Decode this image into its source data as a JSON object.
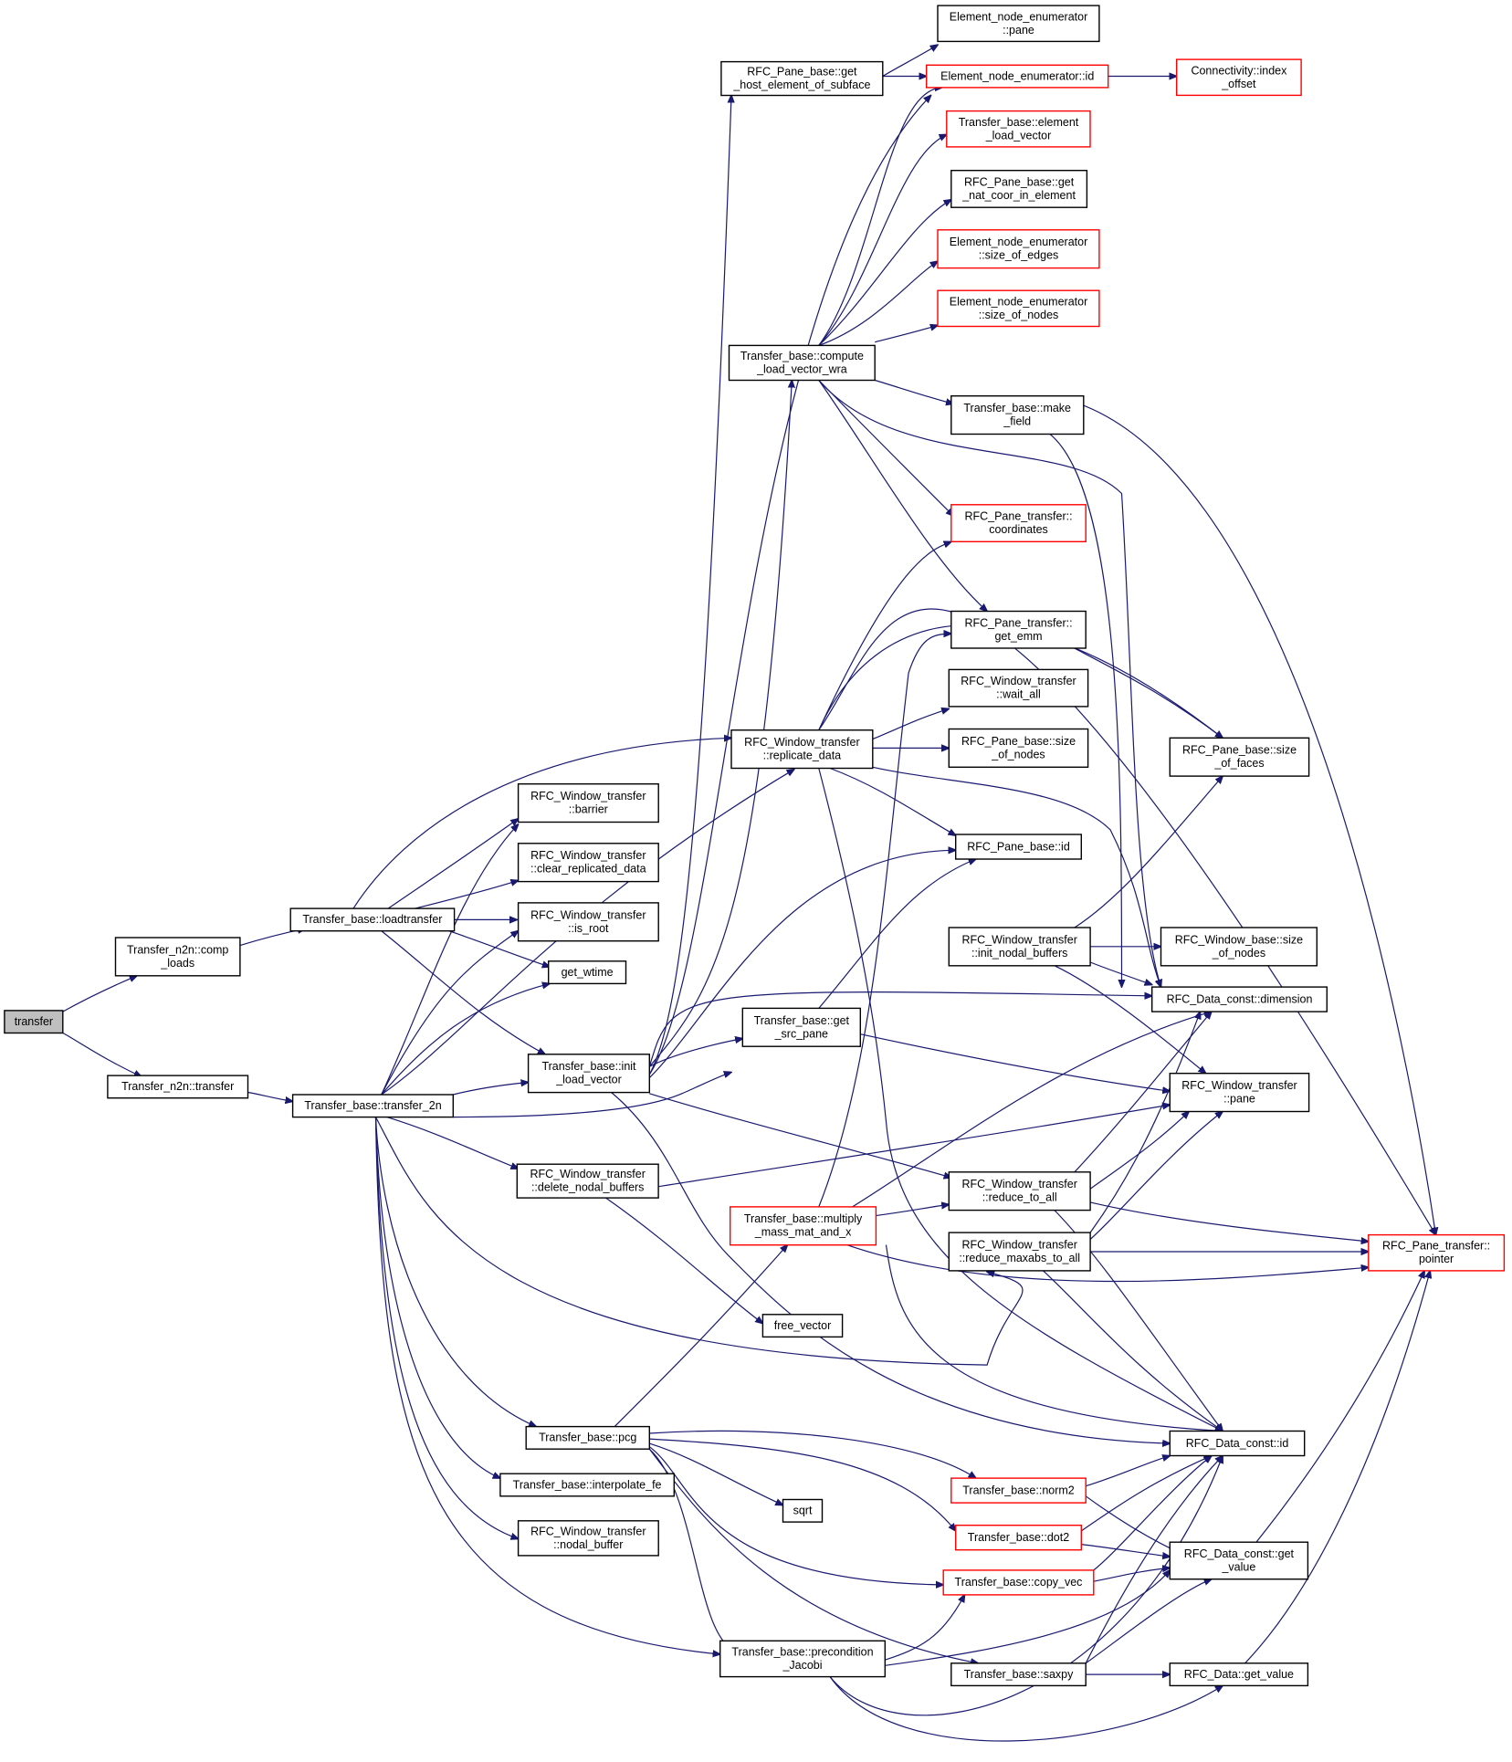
{
  "colors": {
    "edge": "#191970",
    "border_normal": "#000000",
    "border_truncated": "#ff0000",
    "fill_normal": "#ffffff",
    "fill_root": "#bfbfbf"
  },
  "nodes": [
    {
      "id": "transfer_root",
      "lines": [
        "transfer"
      ],
      "kind": "root"
    },
    {
      "id": "n2n_comp_loads",
      "lines": [
        "Transfer_n2n::comp",
        "_loads"
      ],
      "kind": "normal"
    },
    {
      "id": "n2n_transfer",
      "lines": [
        "Transfer_n2n::transfer"
      ],
      "kind": "normal"
    },
    {
      "id": "loadtransfer",
      "lines": [
        "Transfer_base::loadtransfer"
      ],
      "kind": "normal"
    },
    {
      "id": "transfer_2n",
      "lines": [
        "Transfer_base::transfer_2n"
      ],
      "kind": "normal"
    },
    {
      "id": "barrier",
      "lines": [
        "RFC_Window_transfer",
        "::barrier"
      ],
      "kind": "normal"
    },
    {
      "id": "clear_replicated",
      "lines": [
        "RFC_Window_transfer",
        "::clear_replicated_data"
      ],
      "kind": "normal"
    },
    {
      "id": "is_root",
      "lines": [
        "RFC_Window_transfer",
        "::is_root"
      ],
      "kind": "normal"
    },
    {
      "id": "get_wtime",
      "lines": [
        "get_wtime"
      ],
      "kind": "normal"
    },
    {
      "id": "init_load_vector",
      "lines": [
        "Transfer_base::init",
        "_load_vector"
      ],
      "kind": "normal"
    },
    {
      "id": "delete_nodal_buffers",
      "lines": [
        "RFC_Window_transfer",
        "::delete_nodal_buffers"
      ],
      "kind": "normal"
    },
    {
      "id": "pcg",
      "lines": [
        "Transfer_base::pcg"
      ],
      "kind": "normal"
    },
    {
      "id": "interpolate_fe",
      "lines": [
        "Transfer_base::interpolate_fe"
      ],
      "kind": "normal"
    },
    {
      "id": "nodal_buffer",
      "lines": [
        "RFC_Window_transfer",
        "::nodal_buffer"
      ],
      "kind": "normal"
    },
    {
      "id": "host_element",
      "lines": [
        "RFC_Pane_base::get",
        "_host_element_of_subface"
      ],
      "kind": "normal"
    },
    {
      "id": "compute_load",
      "lines": [
        "Transfer_base::compute",
        "_load_vector_wra"
      ],
      "kind": "normal"
    },
    {
      "id": "replicate_data",
      "lines": [
        "RFC_Window_transfer",
        "::replicate_data"
      ],
      "kind": "normal"
    },
    {
      "id": "get_src_pane",
      "lines": [
        "Transfer_base::get",
        "_src_pane"
      ],
      "kind": "normal"
    },
    {
      "id": "multiply_mass",
      "lines": [
        "Transfer_base::multiply",
        "_mass_mat_and_x"
      ],
      "kind": "truncated"
    },
    {
      "id": "free_vector",
      "lines": [
        "free_vector"
      ],
      "kind": "normal"
    },
    {
      "id": "sqrt",
      "lines": [
        "sqrt"
      ],
      "kind": "normal"
    },
    {
      "id": "precondition",
      "lines": [
        "Transfer_base::precondition",
        "_Jacobi"
      ],
      "kind": "normal"
    },
    {
      "id": "enum_pane",
      "lines": [
        "Element_node_enumerator",
        "::pane"
      ],
      "kind": "normal"
    },
    {
      "id": "enum_id",
      "lines": [
        "Element_node_enumerator::id"
      ],
      "kind": "truncated"
    },
    {
      "id": "element_load_vector",
      "lines": [
        "Transfer_base::element",
        "_load_vector"
      ],
      "kind": "truncated"
    },
    {
      "id": "nat_coor",
      "lines": [
        "RFC_Pane_base::get",
        "_nat_coor_in_element"
      ],
      "kind": "normal"
    },
    {
      "id": "size_of_edges",
      "lines": [
        "Element_node_enumerator",
        "::size_of_edges"
      ],
      "kind": "truncated"
    },
    {
      "id": "enum_size_of_nodes",
      "lines": [
        "Element_node_enumerator",
        "::size_of_nodes"
      ],
      "kind": "truncated"
    },
    {
      "id": "make_field",
      "lines": [
        "Transfer_base::make",
        "_field"
      ],
      "kind": "normal"
    },
    {
      "id": "coordinates",
      "lines": [
        "RFC_Pane_transfer::",
        "coordinates"
      ],
      "kind": "truncated"
    },
    {
      "id": "get_emm",
      "lines": [
        "RFC_Pane_transfer::",
        "get_emm"
      ],
      "kind": "normal"
    },
    {
      "id": "wait_all",
      "lines": [
        "RFC_Window_transfer",
        "::wait_all"
      ],
      "kind": "normal"
    },
    {
      "id": "pane_size_of_nodes",
      "lines": [
        "RFC_Pane_base::size",
        "_of_nodes"
      ],
      "kind": "normal"
    },
    {
      "id": "pane_base_id",
      "lines": [
        "RFC_Pane_base::id"
      ],
      "kind": "normal"
    },
    {
      "id": "init_nodal_buffers",
      "lines": [
        "RFC_Window_transfer",
        "::init_nodal_buffers"
      ],
      "kind": "normal"
    },
    {
      "id": "reduce_to_all",
      "lines": [
        "RFC_Window_transfer",
        "::reduce_to_all"
      ],
      "kind": "normal"
    },
    {
      "id": "reduce_maxabs",
      "lines": [
        "RFC_Window_transfer",
        "::reduce_maxabs_to_all"
      ],
      "kind": "normal"
    },
    {
      "id": "norm2",
      "lines": [
        "Transfer_base::norm2"
      ],
      "kind": "truncated"
    },
    {
      "id": "dot2",
      "lines": [
        "Transfer_base::dot2"
      ],
      "kind": "truncated"
    },
    {
      "id": "copy_vec",
      "lines": [
        "Transfer_base::copy_vec"
      ],
      "kind": "truncated"
    },
    {
      "id": "saxpy",
      "lines": [
        "Transfer_base::saxpy"
      ],
      "kind": "normal"
    },
    {
      "id": "connectivity_index",
      "lines": [
        "Connectivity::index",
        "_offset"
      ],
      "kind": "truncated"
    },
    {
      "id": "size_of_faces",
      "lines": [
        "RFC_Pane_base::size",
        "_of_faces"
      ],
      "kind": "normal"
    },
    {
      "id": "window_base_size",
      "lines": [
        "RFC_Window_base::size",
        "_of_nodes"
      ],
      "kind": "normal"
    },
    {
      "id": "data_const_dimension",
      "lines": [
        "RFC_Data_const::dimension"
      ],
      "kind": "normal"
    },
    {
      "id": "window_pane",
      "lines": [
        "RFC_Window_transfer",
        "::pane"
      ],
      "kind": "normal"
    },
    {
      "id": "data_const_id",
      "lines": [
        "RFC_Data_const::id"
      ],
      "kind": "normal"
    },
    {
      "id": "data_const_get_value",
      "lines": [
        "RFC_Data_const::get",
        "_value"
      ],
      "kind": "normal"
    },
    {
      "id": "data_get_value",
      "lines": [
        "RFC_Data::get_value"
      ],
      "kind": "normal"
    },
    {
      "id": "pane_transfer_pointer",
      "lines": [
        "RFC_Pane_transfer::",
        "pointer"
      ],
      "kind": "truncated"
    }
  ]
}
